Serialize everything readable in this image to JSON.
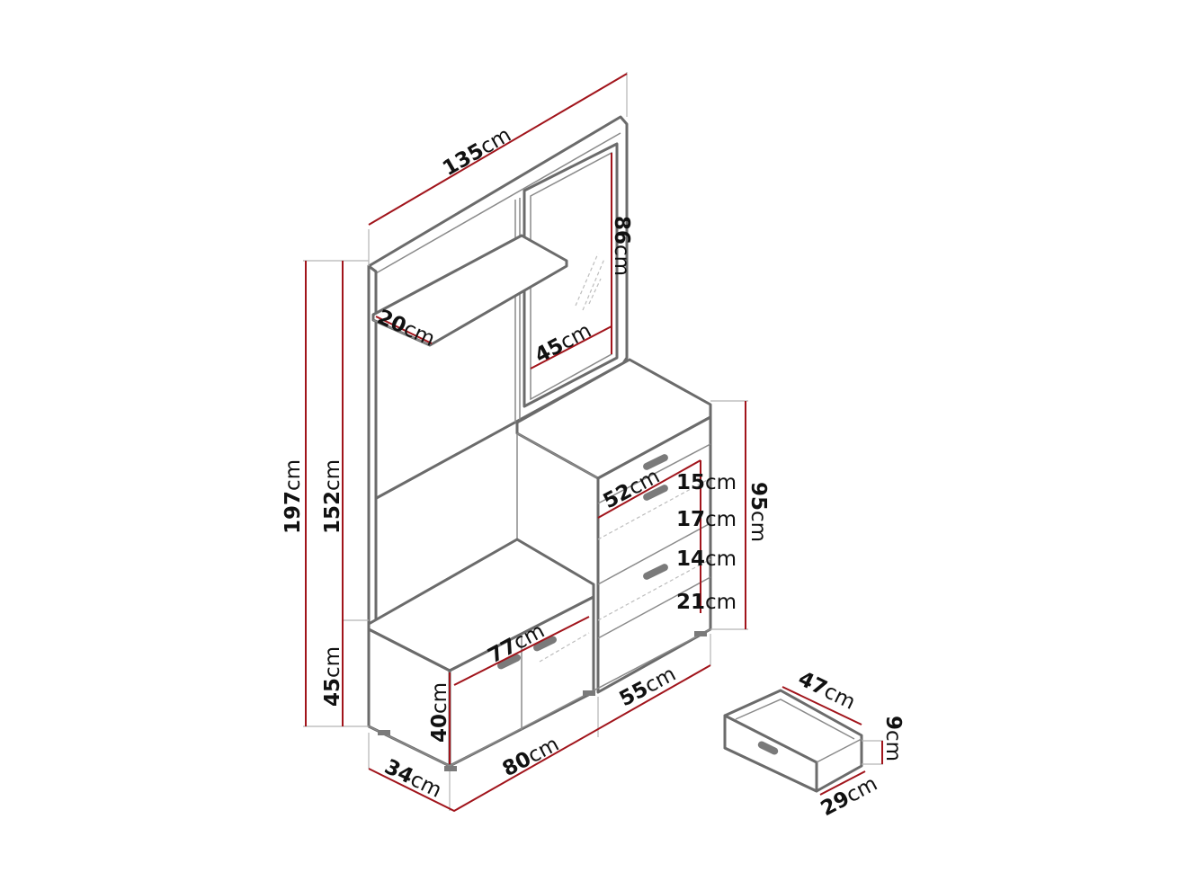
{
  "diagram": {
    "type": "furniture-dimension-drawing",
    "subject": "hallway wardrobe with mirror, shelf, chest of drawers and shoe cabinet",
    "colors": {
      "outline": "#6b6b6b",
      "dimension_line": "#a1141b",
      "text": "#111111",
      "background": "#ffffff"
    },
    "unit": "cm",
    "dimensions": {
      "total_width": {
        "value": "135",
        "unit": "cm"
      },
      "mirror_height": {
        "value": "86",
        "unit": "cm"
      },
      "shelf_depth": {
        "value": "20",
        "unit": "cm"
      },
      "mirror_width": {
        "value": "45",
        "unit": "cm"
      },
      "total_height": {
        "value": "197",
        "unit": "cm"
      },
      "panel_height": {
        "value": "152",
        "unit": "cm"
      },
      "bench_height": {
        "value": "45",
        "unit": "cm"
      },
      "chest_height": {
        "value": "95",
        "unit": "cm"
      },
      "drawer_front_width": {
        "value": "52",
        "unit": "cm"
      },
      "drawer_1_height": {
        "value": "15",
        "unit": "cm"
      },
      "drawer_2_height": {
        "value": "17",
        "unit": "cm"
      },
      "drawer_3_height": {
        "value": "14",
        "unit": "cm"
      },
      "drawer_4_height": {
        "value": "21",
        "unit": "cm"
      },
      "cabinet_inner_width": {
        "value": "77",
        "unit": "cm"
      },
      "cabinet_height": {
        "value": "40",
        "unit": "cm"
      },
      "depth": {
        "value": "34",
        "unit": "cm"
      },
      "cabinet_width": {
        "value": "80",
        "unit": "cm"
      },
      "chest_width": {
        "value": "55",
        "unit": "cm"
      },
      "drawer_box_depth": {
        "value": "47",
        "unit": "cm"
      },
      "drawer_box_height": {
        "value": "9",
        "unit": "cm"
      },
      "drawer_box_width": {
        "value": "29",
        "unit": "cm"
      }
    }
  }
}
